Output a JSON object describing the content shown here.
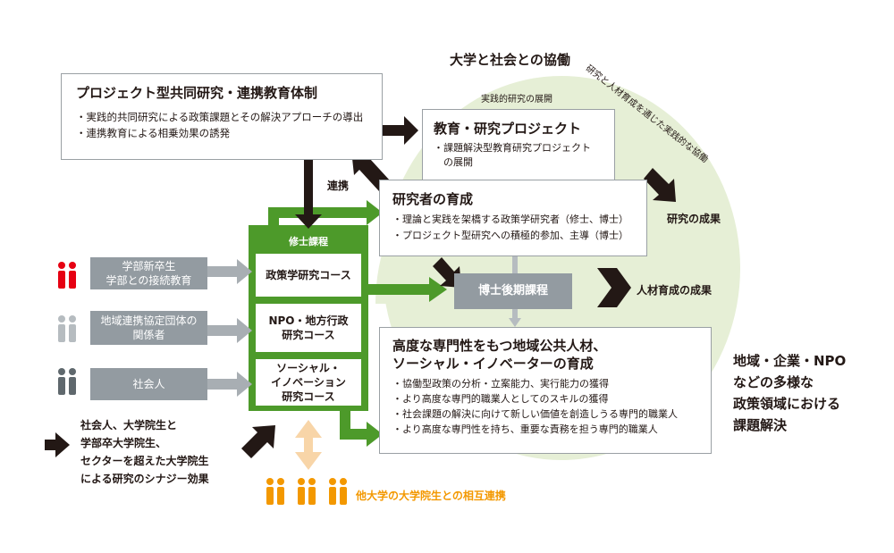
{
  "collab": {
    "title": "大学と社会との協働",
    "arc_text": "研究と人材育成を通じた実践的な協働"
  },
  "project_system": {
    "title": "プロジェクト型共同研究・連携教育体制",
    "bullets": [
      "・実践的共同研究による政策課題とその解決アプローチの導出",
      "・連携教育による相乗効果の誘発"
    ]
  },
  "practical_research": {
    "label": "実践的研究の展開"
  },
  "edu_project": {
    "title": "教育・研究プロジェクト",
    "bullets": [
      "・課題解決型教育研究プロジェクト",
      "　の展開"
    ]
  },
  "research_result": {
    "label": "研究の成果"
  },
  "renkei": {
    "label": "連携"
  },
  "researcher": {
    "title": "研究者の育成",
    "bullets": [
      "・理論と実践を架橋する政策学研究者（修士、博士）",
      "・プロジェクト型研究への積極的参加、主導（博士）"
    ]
  },
  "master": {
    "title": "修士課程",
    "courses": [
      "政策学研究コース",
      "NPO・地方行政\n研究コース",
      "ソーシャル・\nイノベーション\n研究コース"
    ]
  },
  "inputs": [
    {
      "label": "学部新卒生\n学部との接続教育"
    },
    {
      "label": "地域連携協定団体の\n関係者"
    },
    {
      "label": "社会人"
    }
  ],
  "doctoral": {
    "label": "博士後期課程"
  },
  "hr_result": {
    "label": "人材育成の成果"
  },
  "specialist": {
    "title": "高度な専門性をもつ地域公共人材、\nソーシャル・イノベーターの育成",
    "bullets": [
      "・協働型政策の分析・立案能力、実行能力の獲得",
      "・より高度な専門的職業人としてのスキルの獲得",
      "・社会課題の解決に向けて新しい価値を創造しうる専門的職業人",
      "・より高度な専門性を持ち、重要な責務を担う専門的職業人"
    ]
  },
  "synergy": {
    "text": "社会人、大学院生と\n学部卒大学院生、\nセクターを超えた大学院生\nによる研究のシナジー効果"
  },
  "others": {
    "label": "他大学の大学院生との相互連携"
  },
  "region": {
    "text": "地域・企業・NPO\nなどの多様な\n政策領域における\n課題解決"
  },
  "colors": {
    "green": "#4d9a2a",
    "light_green": "#e6efd6",
    "gray": "#939ba1",
    "dark": "#231815",
    "red": "#e60012",
    "orange": "#f39800",
    "light_orange": "#f8d5a8",
    "light_gray_person": "#b6bcc0",
    "dark_gray_person": "#5f686d"
  }
}
